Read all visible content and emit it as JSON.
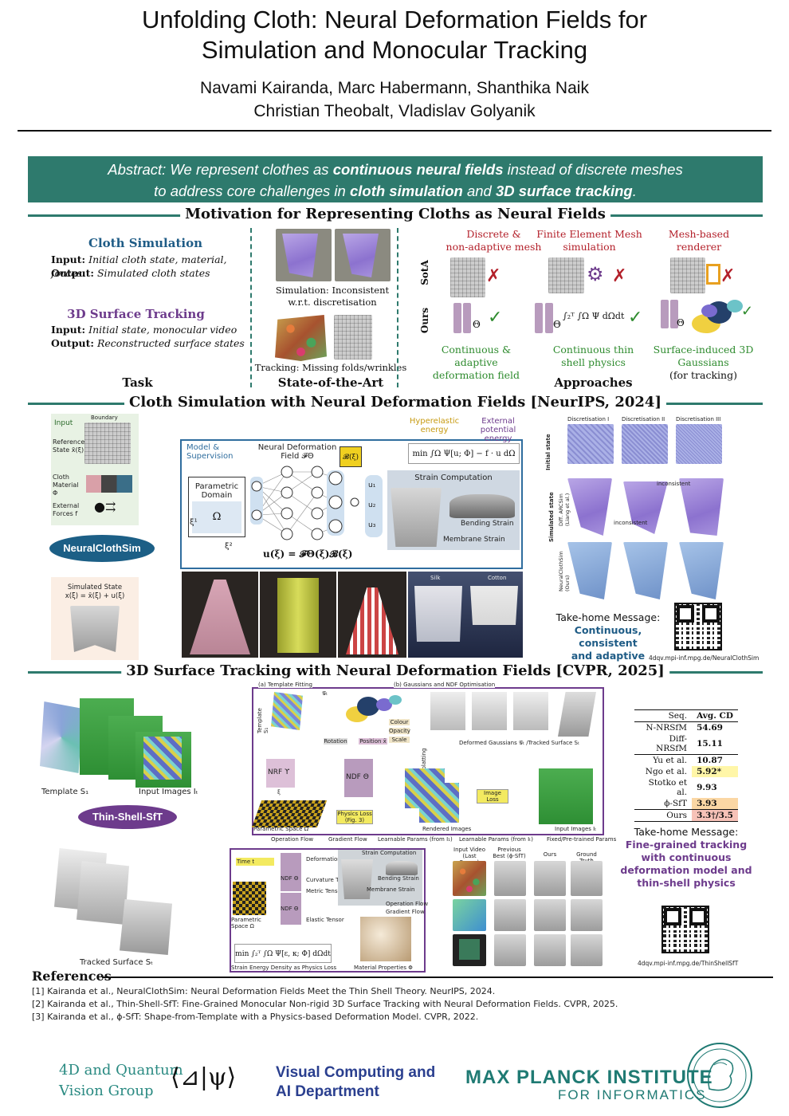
{
  "title": {
    "line1": "Unfolding Cloth: Neural Deformation Fields for",
    "line2": "Simulation and Monocular Tracking"
  },
  "authors": {
    "line1": "Navami Kairanda, Marc Habermann, Shanthika Naik",
    "line2": "Christian Theobalt, Vladislav Golyanik"
  },
  "abstract": {
    "p1": "Abstract: We represent clothes as ",
    "b1": "continuous neural fields",
    "p2": " instead of discrete meshes",
    "p3": "to address core challenges in ",
    "b2": "cloth simulation",
    "p4": " and ",
    "b3": "3D surface tracking",
    "p5": "."
  },
  "motivation": {
    "heading": "Motivation for Representing Cloths as Neural Fields",
    "task": {
      "sim_title": "Cloth Simulation",
      "sim_input_label": "Input:",
      "sim_input": "Initial cloth state, material, forces",
      "sim_output_label": "Output:",
      "sim_output": "Simulated cloth states",
      "track_title": "3D Surface Tracking",
      "track_input_label": "Input:",
      "track_input": "Initial state, monocular video",
      "track_output_label": "Output:",
      "track_output": "Reconstructed surface states",
      "column_label": "Task"
    },
    "sota": {
      "caption1a": "Simulation: Inconsistent",
      "caption1b": "w.r.t. discretisation",
      "caption2": "Tracking: Missing folds/wrinkles",
      "column_label": "State-of-the-Art"
    },
    "approaches": {
      "head1a": "Discrete &",
      "head1b": "non-adaptive mesh",
      "head2a": "Finite Element Mesh",
      "head2b": "simulation",
      "head3a": "Mesh-based",
      "head3b": "renderer",
      "row_sota": "SotA",
      "row_ours": "Ours",
      "cross": "✗",
      "check": "✓",
      "theta": "Θ",
      "integral": "∫₂ᵀ ∫Ω Ψ dΩdt",
      "ours1a": "Continuous & adaptive",
      "ours1b": "deformation field",
      "ours2a": "Continuous thin",
      "ours2b": "shell physics",
      "ours3a": "Surface-induced 3D",
      "ours3b": "Gaussians",
      "ours3c": "(for tracking)",
      "column_label": "Approaches"
    }
  },
  "clothsim": {
    "heading": "Cloth Simulation with Neural Deformation Fields [NeurIPS, 2024]",
    "input_label": "Input",
    "boundary": "Boundary",
    "reference_state": "Reference State x̄(ξ)",
    "cloth_material": "Cloth Material Φ",
    "external_forces": "External Forces f",
    "method": "NeuralClothSim",
    "simulated_state": "Simulated State",
    "sim_eq": "x(ξ) = x̄(ξ) + u(ξ)",
    "model_supervision": "Model & Supervision",
    "param_domain": "Parametric Domain",
    "omega": "Ω",
    "xi1": "ξ¹",
    "xi2": "ξ²",
    "ndf_label": "Neural Deformation Field 𝓕Θ",
    "bxi": "𝓑(ξ)",
    "u1": "u₁",
    "u2": "u₂",
    "u3": "u₃",
    "u_eq": "u(ξ) = 𝓕Θ(ξ)𝓑(ξ)",
    "hyperelastic": "Hyperelastic energy",
    "external_pot": "External potential energy",
    "min_eq": "min ∫Ω Ψ[u; Φ] − f · u dΩ",
    "strain_comp": "Strain Computation",
    "bending": "Bending Strain",
    "membrane": "Membrane Strain",
    "silk": "Silk",
    "cotton": "Cotton",
    "disc1": "Discretisation I",
    "disc2": "Discretisation II",
    "disc3": "Discretisation III",
    "initial_state": "Initial state",
    "simulated_state_label": "Simulated state",
    "diff_arcsim": "Diff. ARCSim (Liang et al.)",
    "neuralclothsim_ours": "NeuralClothSim (Ours)",
    "inconsistent": "inconsistent",
    "takehome_label": "Take-home Message:",
    "takehome_1": "Continuous, consistent",
    "takehome_2": "and adaptive simulation",
    "url": "4dqv.mpi-inf.mpg.de/NeuralClothSim"
  },
  "tracking": {
    "heading": "3D Surface Tracking with Neural Deformation Fields [CVPR, 2025]",
    "template": "Template S₁",
    "input_images": "Input Images Iₜ",
    "method": "Thin-Shell-SfT",
    "tracked": "Tracked Surface Sₜ",
    "a_label": "(a) Template Fitting",
    "b_label": "(b) Gaussians and NDF Optimisation",
    "template_s1": "Template S₁",
    "gt": "𝒢ₜ",
    "rotation": "Rotation",
    "position": "Position x̄",
    "colour": "Colour",
    "opacity": "Opacity",
    "scale": "Scale",
    "deformed": "Deformed Gaussians 𝒢ₜ /Tracked Surface Sₜ",
    "nrf": "NRF ϒ",
    "ndf": "NDF Θ",
    "xi": "ξ",
    "param_space_a": "Parametric Space Ω",
    "physics_loss": "Physics Loss (Fig. 3)",
    "splatting": "Splatting",
    "image_loss": "Image Loss",
    "rendered": "Rendered Images",
    "input_images_b": "Input Images Iₜ",
    "legend_op": "Operation Flow",
    "legend_grad": "Gradient Flow",
    "legend_lp1": "Learnable Params (from I₁)",
    "legend_lpt": "Learnable Params (from Iₜ)",
    "legend_fixed": "Fixed/Pre-trained Params",
    "time_t": "Time t",
    "deformation": "Deformation",
    "curvature": "Curvature Tensor",
    "metric": "Metric Tensor",
    "ndf_theta": "NDF Θ",
    "strain_comp": "Strain Computation",
    "bending": "Bending Strain",
    "membrane": "Membrane Strain",
    "elastic": "Elastic Tensor",
    "param_space": "Parametric Space Ω",
    "phys_eq": "min ∫₂ᵀ ∫Ω Ψ[ε, κ; Φ] dΩdt",
    "density_label": "Strain Energy Density as Physics Loss",
    "material_props": "Material Properties Φ",
    "op_flow": "Operation Flow",
    "grad_flow": "Gradient Flow",
    "cmp_input": "Input Video (Last Frame)",
    "cmp_prev": "Previous Best (ϕ-SfT)",
    "cmp_ours": "Ours",
    "cmp_gt": "Ground Truth",
    "table": {
      "head_seq": "Seq.",
      "head_cd": "Avg. CD",
      "rows": [
        {
          "name": "N-NRSfM",
          "val": "54.69"
        },
        {
          "name": "Diff-NRSfM",
          "val": "15.11"
        },
        {
          "name": "Yu et al.",
          "val": "10.87"
        },
        {
          "name": "Ngo et al.",
          "val": "5.92*"
        },
        {
          "name": "Stotko et al.",
          "val": "9.93"
        },
        {
          "name": "ϕ-SfT",
          "val": "3.93"
        },
        {
          "name": "Ours",
          "val": "3.3†/3.5"
        }
      ]
    },
    "takehome_label": "Take-home Message:",
    "takehome_1": "Fine-grained tracking",
    "takehome_2": "with continuous",
    "takehome_3": "deformation model and",
    "takehome_4": "thin-shell physics",
    "url": "4dqv.mpi-inf.mpg.de/ThinShellSfT"
  },
  "references": {
    "title": "References",
    "r1": "[1] Kairanda et al., NeuralClothSim: Neural Deformation Fields Meet the Thin Shell Theory. NeurIPS, 2024.",
    "r2": "[2] Kairanda et al., Thin-Shell-SfT: Fine-Grained Monocular Non-rigid 3D Surface Tracking with Neural Deformation Fields. CVPR, 2025.",
    "r3": "[3] Kairanda et al., ϕ-SfT: Shape-from-Template with a Physics-based Deformation Model. CVPR, 2022."
  },
  "footer": {
    "group1": "4D and Quantum",
    "group2": "Vision Group",
    "psi": "⟨⊿|ψ⟩",
    "vcai1": "Visual Computing and",
    "vcai2": "AI Department",
    "mpi1": "MAX PLANCK INSTITUTE",
    "mpi2": "FOR INFORMATICS"
  },
  "colors": {
    "teal": "#2e7a6d",
    "blue": "#2f6d9e",
    "purple": "#6d3b8c",
    "red": "#b3202a",
    "green": "#2e8b2e"
  }
}
